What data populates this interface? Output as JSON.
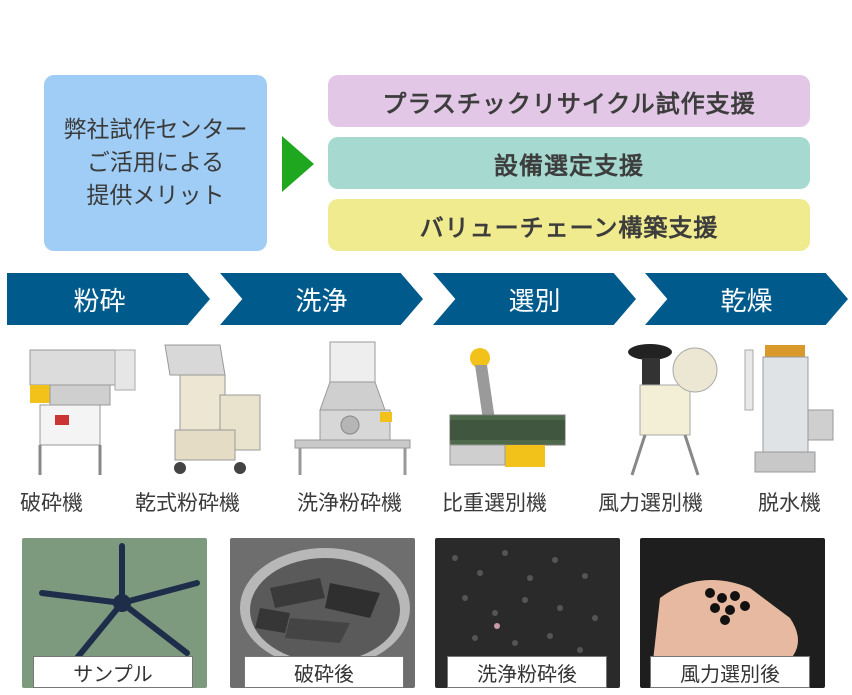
{
  "merit": {
    "line1": "弊社試作センター",
    "line2": "ご活用による",
    "line3": "提供メリット"
  },
  "supports": [
    {
      "label": "プラスチックリサイクル試作支援",
      "color": "#e2c8e6"
    },
    {
      "label": "設備選定支援",
      "color": "#a6d9cf"
    },
    {
      "label": "バリューチェーン構築支援",
      "color": "#f0eb8e"
    }
  ],
  "steps": [
    {
      "label": "粉砕"
    },
    {
      "label": "洗浄"
    },
    {
      "label": "選別"
    },
    {
      "label": "乾燥"
    }
  ],
  "machines": [
    {
      "label": "破砕機"
    },
    {
      "label": "乾式粉砕機"
    },
    {
      "label": "洗浄粉砕機"
    },
    {
      "label": "比重選別機"
    },
    {
      "label": "風力選別機"
    },
    {
      "label": "脱水機"
    }
  ],
  "samples": [
    {
      "label": "サンプル"
    },
    {
      "label": "破砕後"
    },
    {
      "label": "洗浄粉砕後"
    },
    {
      "label": "風力選別後"
    }
  ],
  "colors": {
    "step_bg": "#005a8c",
    "arrow": "#1fa81f",
    "merit_bg": "#9fcdf5"
  }
}
